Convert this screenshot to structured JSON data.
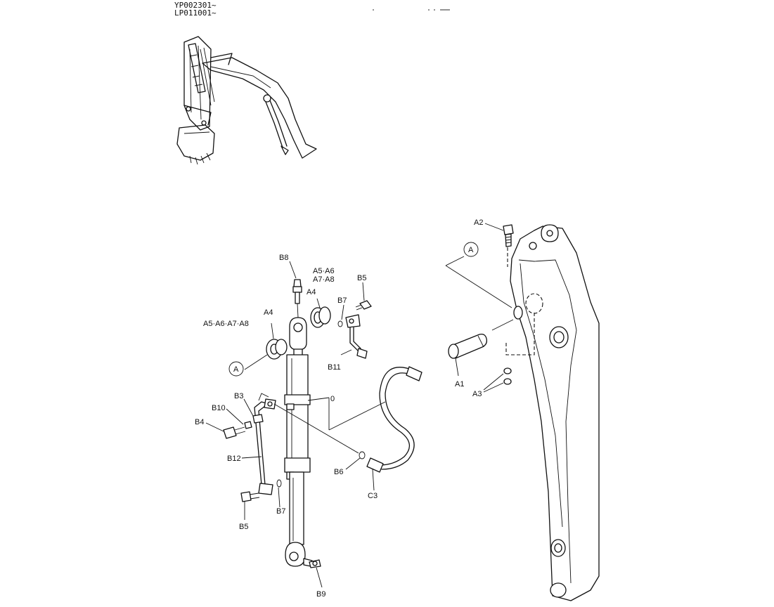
{
  "header": {
    "serial_1": "YP002301~",
    "serial_2": "LP011001~"
  },
  "callouts": {
    "B8": "B8",
    "A5A6": "A5·A6",
    "A7A8": "A7·A8",
    "A4_top": "A4",
    "B5_top": "B5",
    "B7_top": "B7",
    "A4_left": "A4",
    "A5A6A7A8": "A5·A6·A7·A8",
    "B11": "B11",
    "A_left": "A",
    "zero": "0",
    "B3": "B3",
    "B10": "B10",
    "B4": "B4",
    "B12": "B12",
    "B6": "B6",
    "C3": "C3",
    "B5_bottom": "B5",
    "B7_bottom": "B7",
    "B9": "B9",
    "A2": "A2",
    "A_right": "A",
    "A1": "A1",
    "A3": "A3"
  }
}
